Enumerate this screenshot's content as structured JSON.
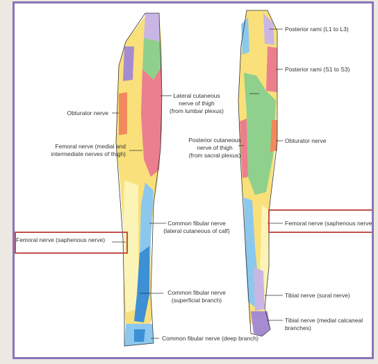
{
  "colors": {
    "frame": "#8a74b8",
    "highlight": "#c0504d",
    "yellow": "#f9e07a",
    "pink": "#ec7f8e",
    "green": "#8fd08c",
    "blue": "#8cc8ee",
    "deep_blue": "#3d8fd6",
    "lavender": "#c9b6e4",
    "purple": "#a58bd0",
    "light_yellow": "#fbf4b6",
    "orange": "#f08a5d"
  },
  "anterior_labels": {
    "obturator": "Obturator nerve",
    "femoral_medial_1": "Femoral nerve (medial and",
    "femoral_medial_2": "intermediate nerves of thigh)",
    "saphenous": "Femoral nerve (saphenous nerve)",
    "lateral_cut_1": "Lateral cutaneous",
    "lateral_cut_2": "nerve of thigh",
    "lateral_cut_3": "(from lumbar plexus)",
    "common_fib_calf_1": "Common fibular nerve",
    "common_fib_calf_2": "(lateral cutaneous of calf)",
    "common_fib_sup_1": "Common fibular nerve",
    "common_fib_sup_2": "(superficial branch)",
    "common_fib_deep": "Common fibular nerve (deep branch)"
  },
  "posterior_labels": {
    "post_rami_l": "Posterior rami (L1 to L3)",
    "post_rami_s": "Posterior rami (S1 to S3)",
    "post_cut_1": "Posterior cutaneous",
    "post_cut_2": "nerve of thigh",
    "post_cut_3": "(from sacral plexus)",
    "obturator": "Obturator nerve",
    "saphenous": "Femoral nerve (saphenous nerve)",
    "sural": "Tibial nerve (sural nerve)",
    "calcaneal_1": "Tibial nerve (medial calcaneal",
    "calcaneal_2": "branches)"
  }
}
